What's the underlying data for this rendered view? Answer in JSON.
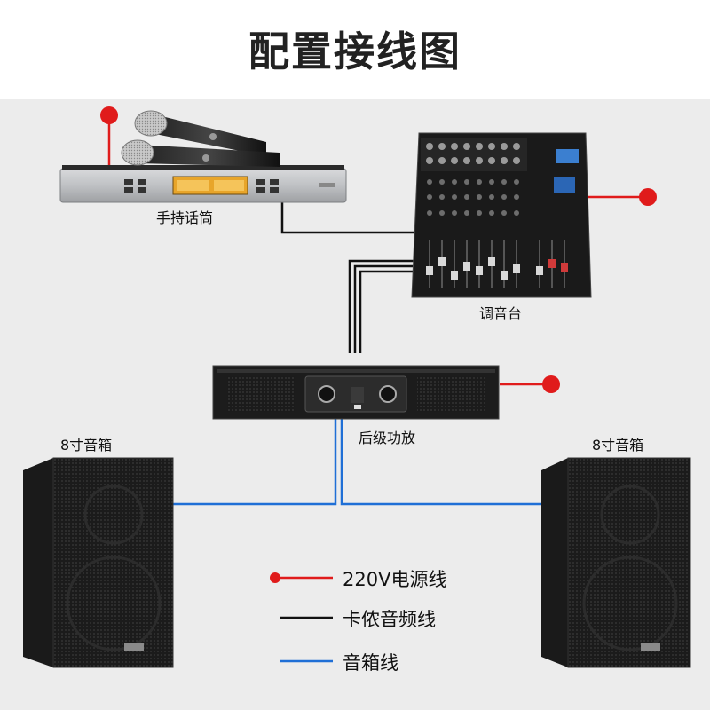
{
  "title": "配置接线图",
  "devices": {
    "microphone": "手持话筒",
    "mixer": "调音台",
    "amplifier": "后级功放",
    "speaker_left": "8寸音箱",
    "speaker_right": "8寸音箱"
  },
  "legend": [
    {
      "label": "220V电源线",
      "color": "#e01b1b"
    },
    {
      "label": "卡侬音频线",
      "color": "#111111"
    },
    {
      "label": "音箱线",
      "color": "#1f6fd6"
    }
  ]
}
